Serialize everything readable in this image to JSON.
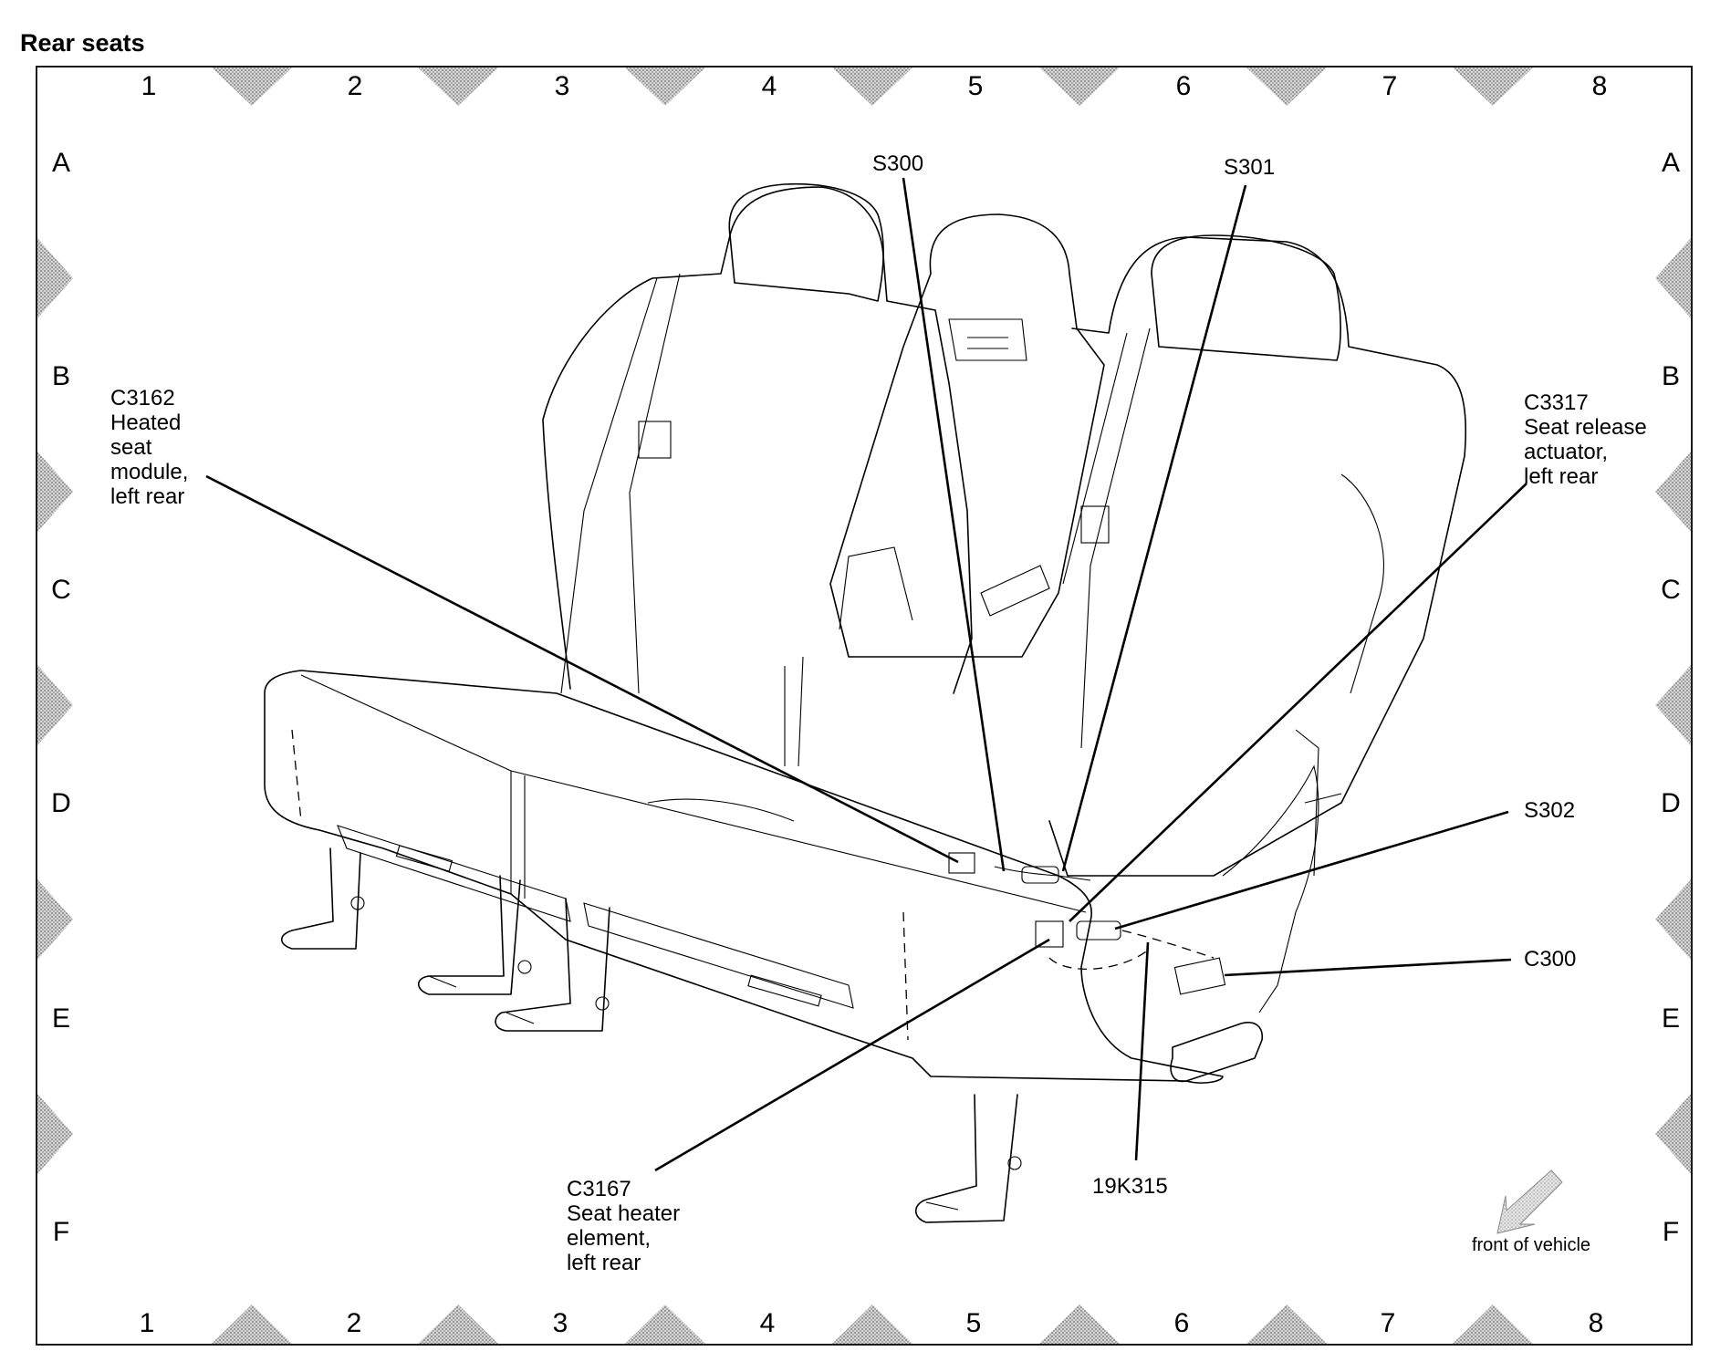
{
  "title": "Rear seats",
  "grid": {
    "columns": [
      "1",
      "2",
      "3",
      "4",
      "5",
      "6",
      "7",
      "8"
    ],
    "rows": [
      "A",
      "B",
      "C",
      "D",
      "E",
      "F"
    ]
  },
  "callouts": {
    "s300": {
      "lines": [
        "S300"
      ]
    },
    "s301": {
      "lines": [
        "S301"
      ]
    },
    "c3162": {
      "lines": [
        "C3162",
        "Heated",
        "seat",
        "module,",
        "left rear"
      ]
    },
    "c3317": {
      "lines": [
        "C3317",
        "Seat release",
        "actuator,",
        "left rear"
      ]
    },
    "s302": {
      "lines": [
        "S302"
      ]
    },
    "c300": {
      "lines": [
        "C300"
      ]
    },
    "c3167": {
      "lines": [
        "C3167",
        "Seat heater",
        "element,",
        "left rear"
      ]
    },
    "k19315": {
      "lines": [
        "19K315"
      ]
    }
  },
  "direction_indicator": {
    "label": "front of vehicle",
    "icon": "arrow-down-left-icon"
  }
}
